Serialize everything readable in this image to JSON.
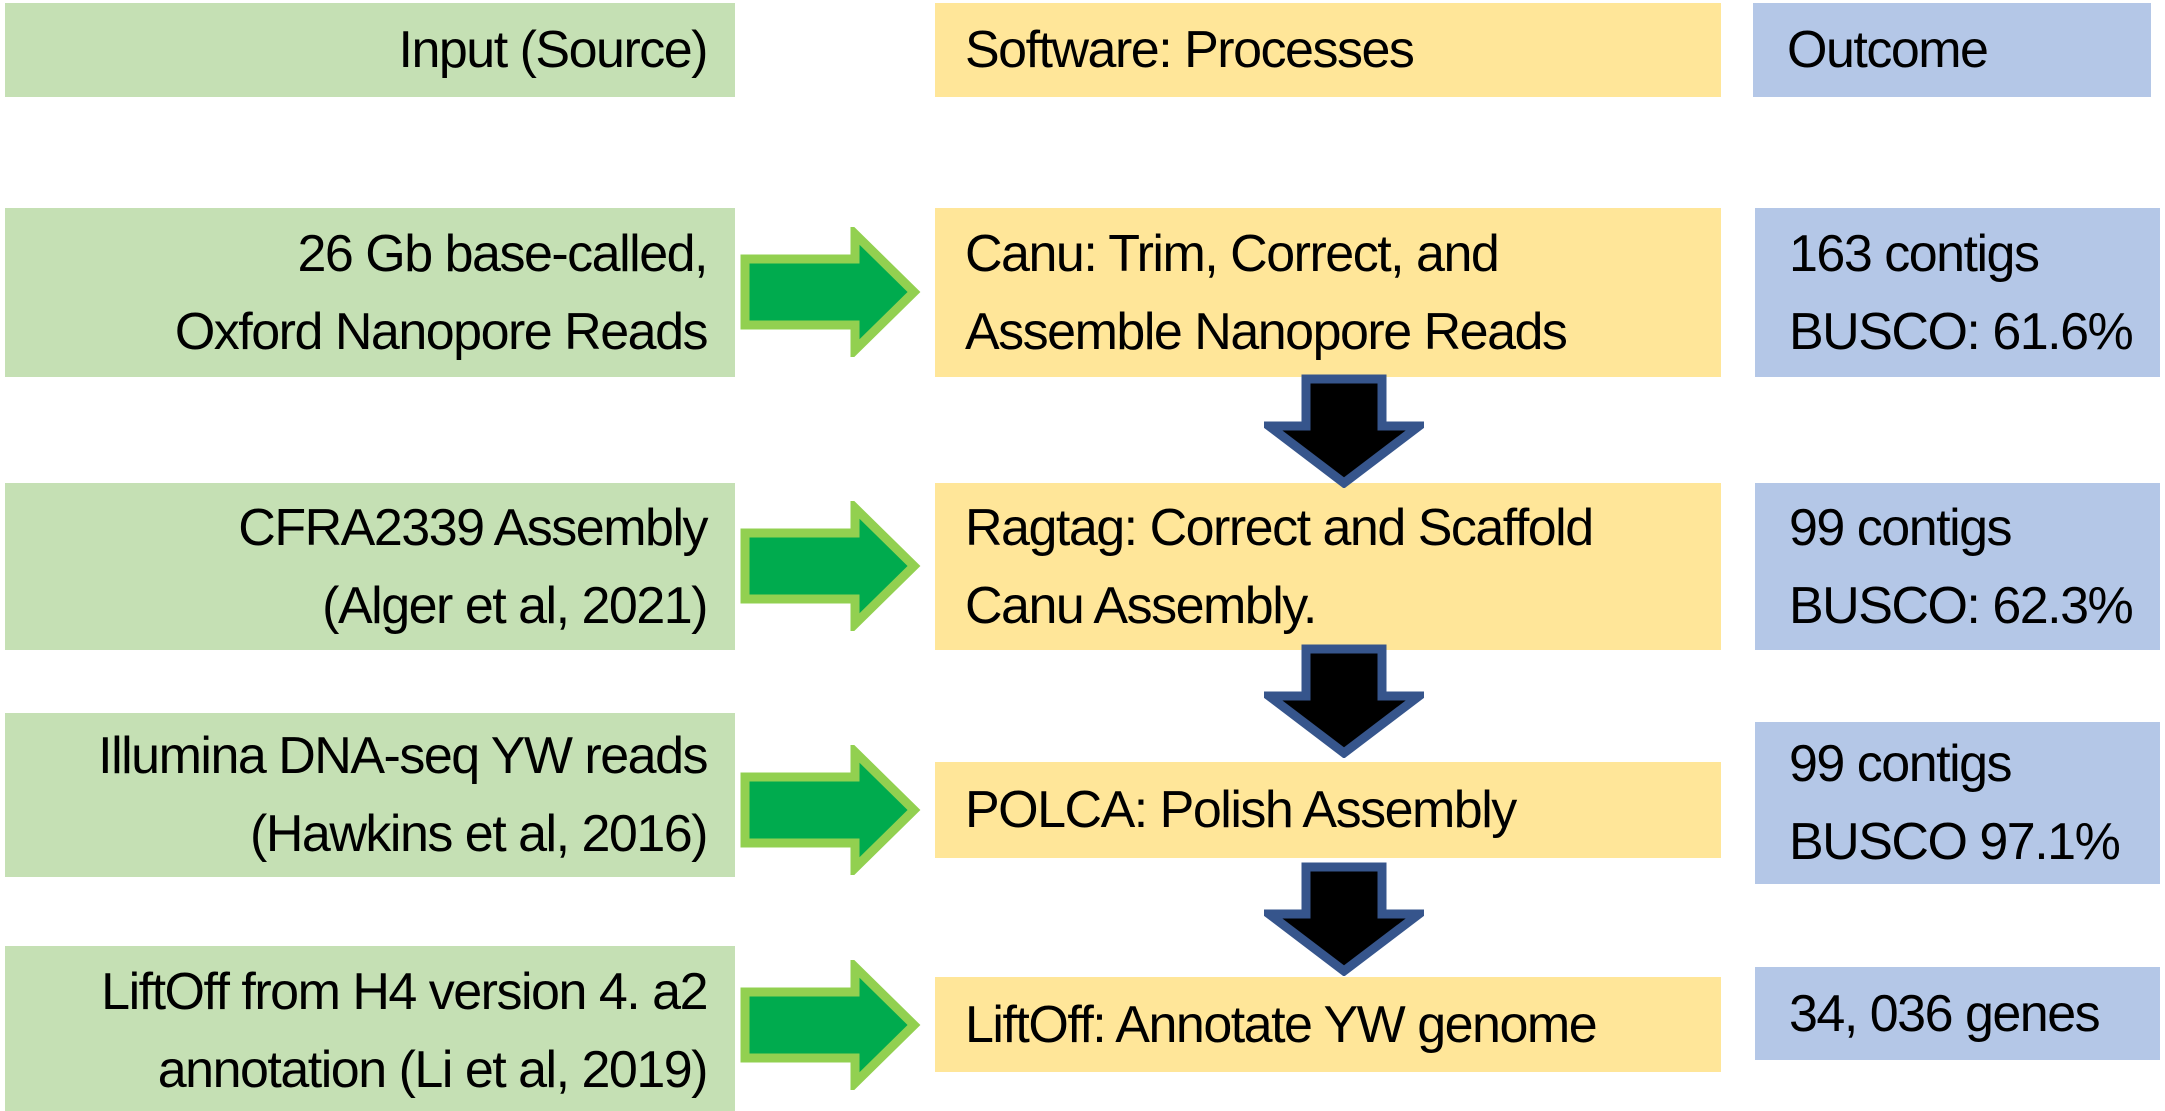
{
  "title": "Genome assembly workflow flowchart",
  "headers": {
    "input": "Input (Source)",
    "software": "Software: Processes",
    "outcome": "Outcome"
  },
  "rows": [
    {
      "input": [
        "26 Gb base-called,",
        "Oxford Nanopore Reads"
      ],
      "software": [
        "Canu: Trim, Correct, and",
        "Assemble Nanopore Reads"
      ],
      "outcome": [
        "163 contigs",
        "BUSCO: 61.6%"
      ]
    },
    {
      "input": [
        "CFRA2339 Assembly",
        "(Alger et al, 2021)"
      ],
      "software": [
        "Ragtag: Correct and Scaffold",
        "Canu Assembly."
      ],
      "outcome": [
        "99 contigs",
        "BUSCO: 62.3%"
      ]
    },
    {
      "input": [
        "Illumina DNA-seq YW reads",
        "(Hawkins et al, 2016)"
      ],
      "software": [
        "POLCA: Polish Assembly"
      ],
      "outcome": [
        "99 contigs",
        "BUSCO 97.1%"
      ]
    },
    {
      "input": [
        "LiftOff from H4 version 4. a2",
        "annotation (Li et al, 2019)"
      ],
      "software": [
        "LiftOff: Annotate YW genome"
      ],
      "outcome": [
        "34, 036 genes"
      ]
    }
  ],
  "icons": {
    "right_arrow": "green-right-arrow",
    "down_arrow": "black-down-arrow"
  },
  "colors": {
    "box_green": "#c5e0b4",
    "box_yellow": "#ffe699",
    "box_blue": "#b4c7e7",
    "arrow_green_fill": "#00ab4e",
    "arrow_green_border": "#92d050",
    "arrow_down_fill": "#000000",
    "arrow_down_border": "#36558c",
    "text": "#000000"
  }
}
